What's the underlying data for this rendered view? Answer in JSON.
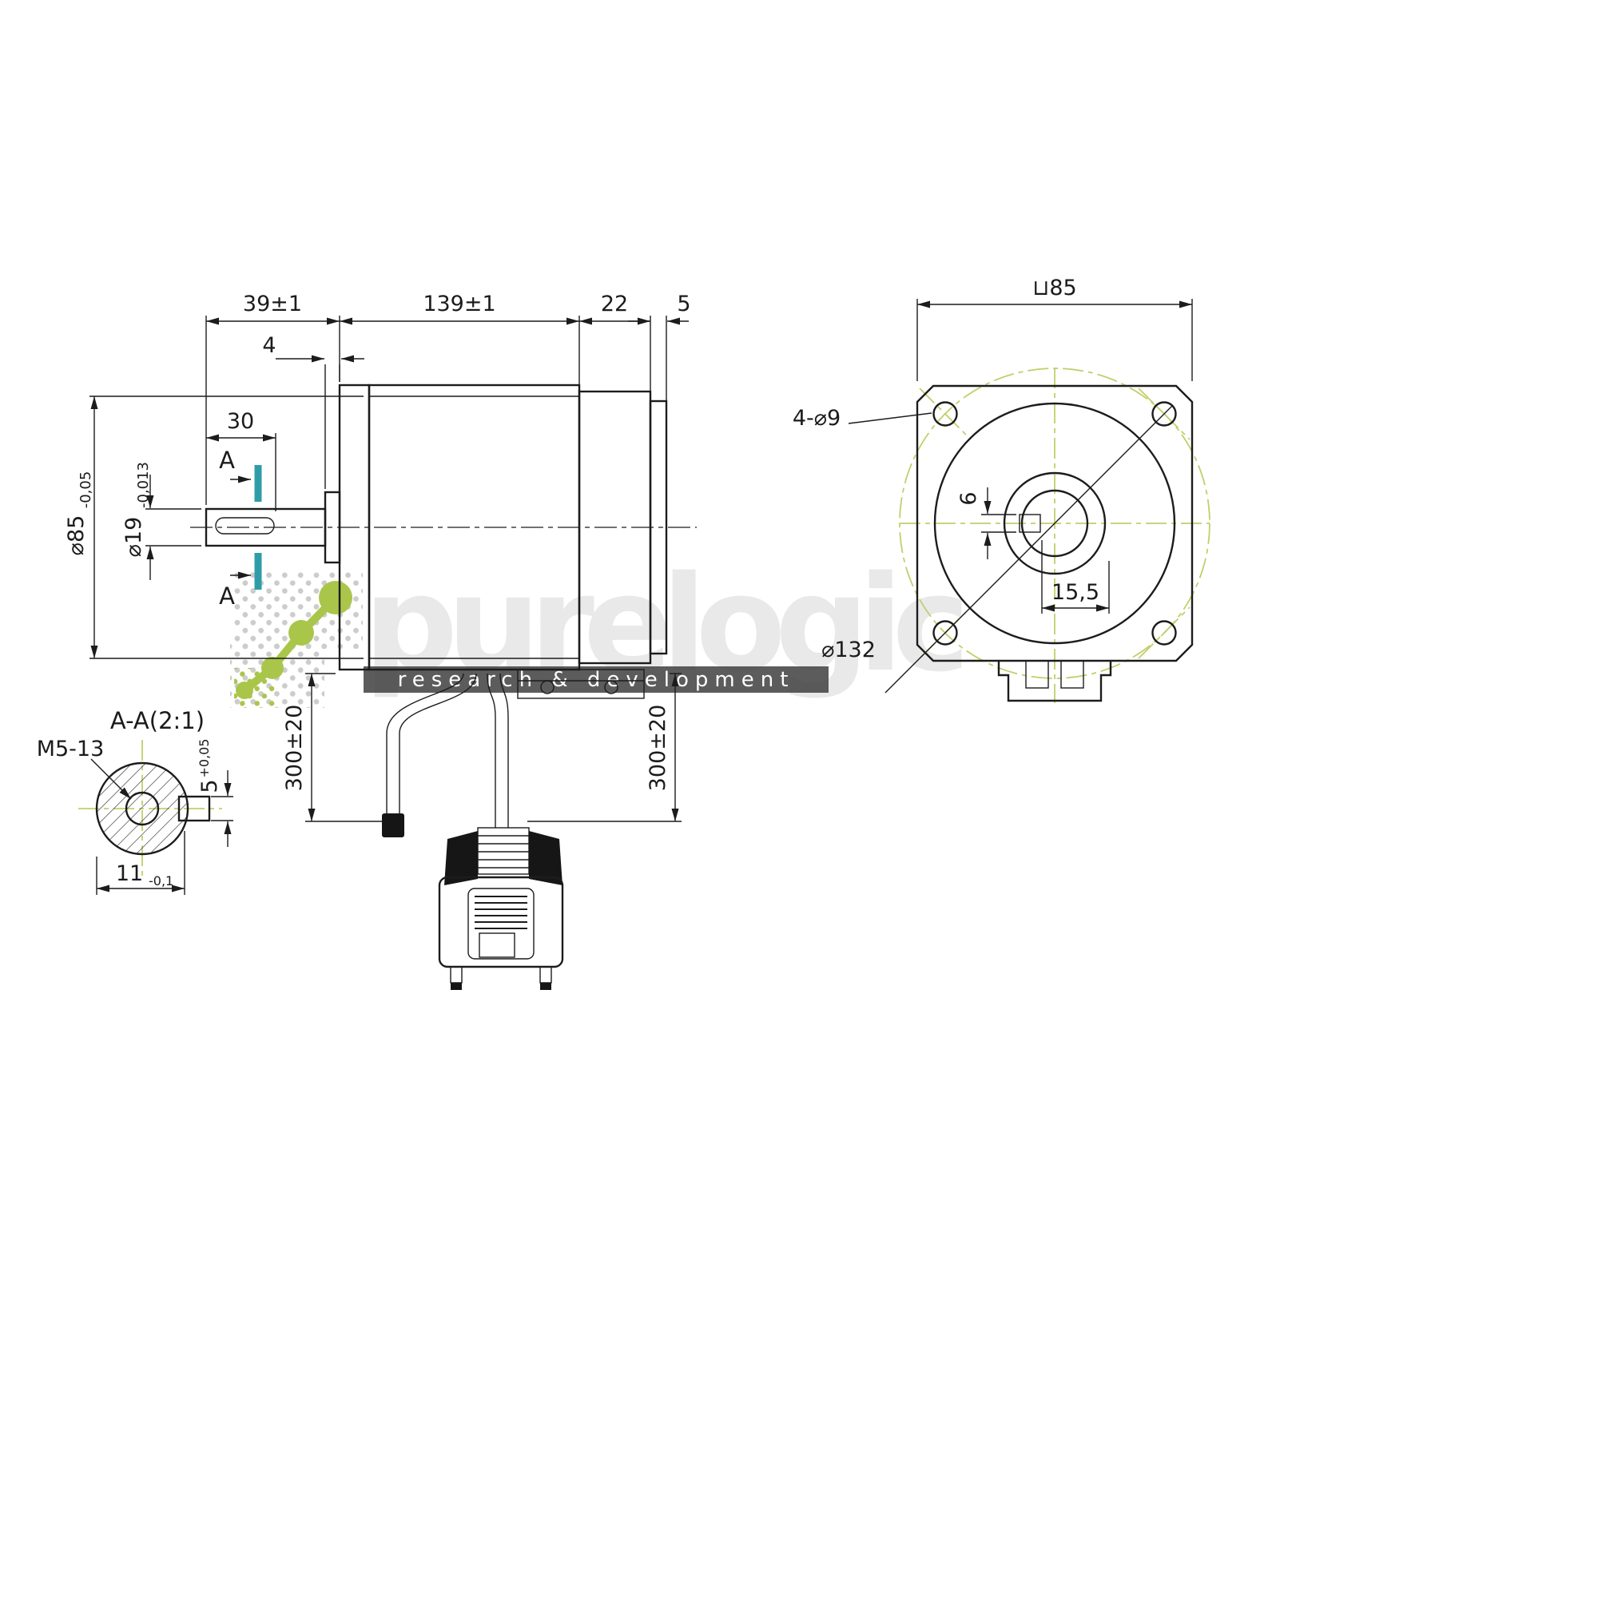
{
  "labels": {
    "side": {
      "dim_shaft_len": "39±1",
      "dim_body_len": "139±1",
      "dim_rear_len": "22",
      "dim_step_len": "5",
      "dim_boss": "4",
      "dim_key_len": "30",
      "dia_body": "⌀85",
      "dia_body_tol": "-0,05",
      "dia_shaft": "⌀19",
      "dia_shaft_tol": "-0,013",
      "section_mark_top": "A",
      "section_mark_bottom": "A",
      "cable_left_len": "300±20",
      "cable_right_len": "300±20"
    },
    "front": {
      "dim_square": "⊔85",
      "holes_note": "4-⌀9",
      "dim_key_width": "6",
      "dim_key_offset": "15,5",
      "dia_bolt_circle": "⌀132"
    },
    "section": {
      "title": "A-A(2:1)",
      "thread_note": "M5-13",
      "dim_key_height": "5",
      "dim_key_height_tol": "+0,05",
      "dim_key_depth": "11",
      "dim_key_depth_tol": "-0,1"
    },
    "watermark": {
      "brand": "purelogic",
      "tagline": "research & development"
    }
  },
  "colors": {
    "line": "#1c1c1c",
    "centerline_green": "#c3ce6b",
    "section_mark_teal": "#2f9da8",
    "logo_green": "#a9c64a",
    "watermark_gray": "#e9e9e9",
    "tagline_bar": "#3f3f3f"
  }
}
